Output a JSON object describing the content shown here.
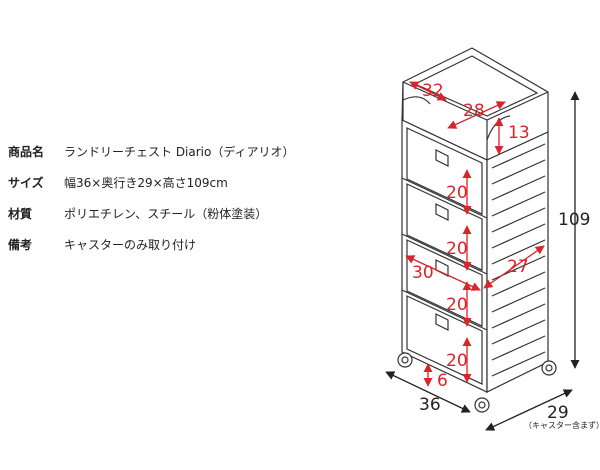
{
  "specs": [
    {
      "label": "商品名",
      "value": "ランドリーチェスト Diario（ディアリオ）"
    },
    {
      "label": "サイズ",
      "value": "幅36×奥行き29×高さ109cm"
    },
    {
      "label": "材質",
      "value": "ポリエチレン、スチール（粉体塗装）"
    },
    {
      "label": "備考",
      "value": "キャスターのみ取り付け"
    }
  ],
  "dimensions": {
    "top_width": "32",
    "top_depth": "28",
    "top_height": "13",
    "drawer1": "20",
    "drawer2": "20",
    "drawer3": "20",
    "drawer4": "20",
    "inner_width": "30",
    "inner_depth": "27",
    "caster_height": "6",
    "total_height": "109",
    "total_width": "36",
    "total_depth": "29",
    "caster_note": "（キャスター含まず）"
  },
  "colors": {
    "dimension": "#d9242a",
    "outline": "#333333"
  }
}
